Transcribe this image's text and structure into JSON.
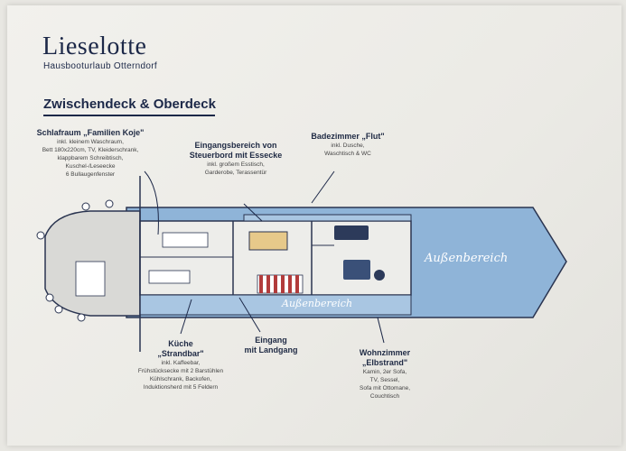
{
  "brand": {
    "title": "Lieselotte",
    "subtitle": "Hausbooturlaub Otterndorf"
  },
  "section_title": "Zwischendeck & Oberdeck",
  "rooms": {
    "schlafraum": {
      "title_1": "Schlafraum „Familien Koje\"",
      "details": [
        "inkl. kleinem Waschraum,",
        "Bett 180x220cm, TV, Kleiderschrank,",
        "klappbarem Schreibtisch,",
        "Kuschel-/Leseecke",
        "6 Bullaugenfenster"
      ]
    },
    "eingang_steuerbord": {
      "title_1": "Eingangsbereich von",
      "title_2": "Steuerbord mit Essecke",
      "details": [
        "inkl. großem Esstisch,",
        "Garderobe, Terassentür"
      ]
    },
    "badezimmer": {
      "title_1": "Badezimmer „Flut\"",
      "details": [
        "inkl. Dusche,",
        "Waschtisch & WC"
      ]
    },
    "kueche": {
      "title_1": "Küche",
      "title_2": "„Strandbar\"",
      "details": [
        "inkl. Kaffeebar,",
        "Frühstücksecke mit 2 Barstühlen",
        "Kühlschrank, Backofen,",
        "Induktionsherd mit 5 Feldern"
      ]
    },
    "eingang_landgang": {
      "title_1": "Eingang",
      "title_2": "mit Landgang"
    },
    "wohnzimmer": {
      "title_1": "Wohnzimmer",
      "title_2": "„Elbstrand\"",
      "details": [
        "Kamin, 2er Sofa,",
        "TV, Sessel,",
        "Sofa mit Ottomane,",
        "Couchtisch"
      ]
    }
  },
  "deck_labels": {
    "aussen_1": "Außenbereich",
    "aussen_2": "Außenbereich"
  },
  "colors": {
    "deck_blue": "#8fb4d8",
    "deck_blue_light": "#a9c6e2",
    "navy": "#1c2848",
    "wall": "#2a3450",
    "stripe_red": "#b23b3b"
  }
}
